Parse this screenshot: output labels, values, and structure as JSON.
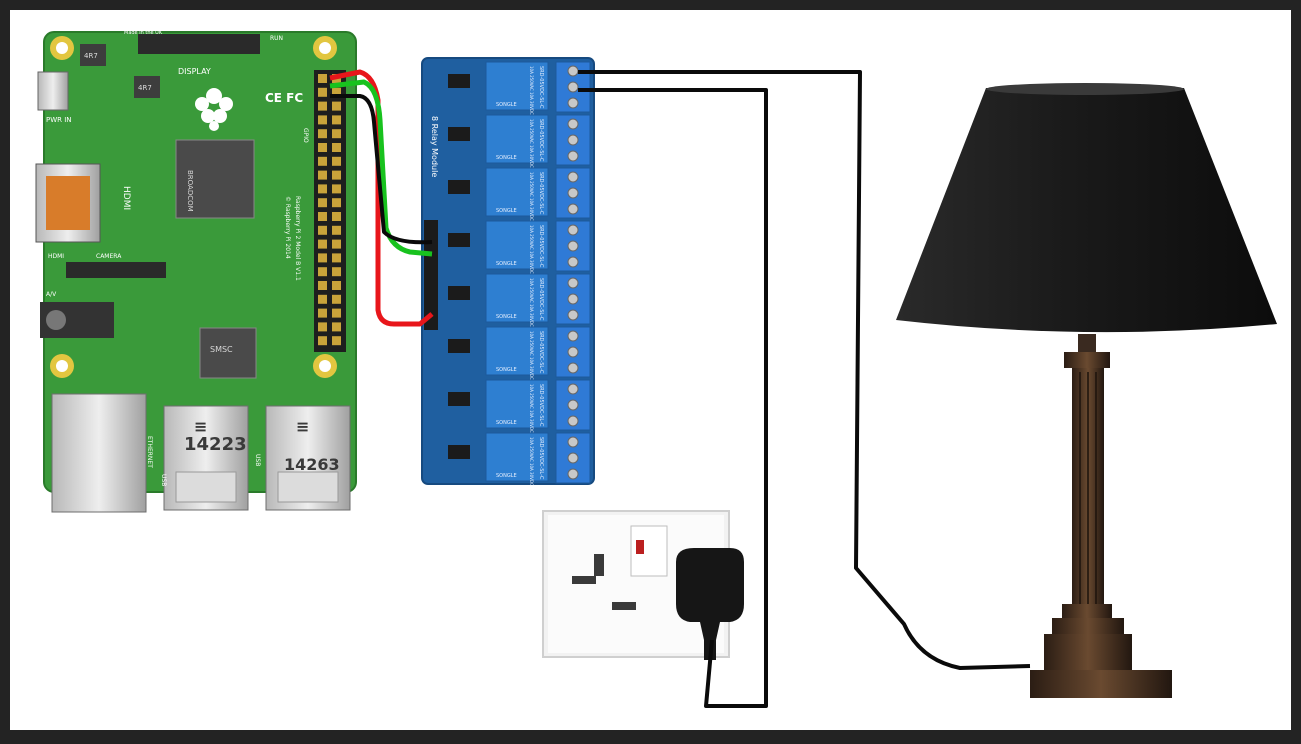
{
  "pi": {
    "made_in_uk": "Made in the UK",
    "display": "DISPLAY",
    "run": "RUN",
    "gpio": "GPIO",
    "pwr_in": "PWR IN",
    "hdmi_vertical": "HDMI",
    "hdmi_small": "HDMI",
    "camera": "CAMERA",
    "av": "A/V",
    "ethernet": "ETHERNET",
    "usb_left": "USB",
    "usb_right": "USB",
    "broadcom": "BROADCOM",
    "smsc": "SMSC",
    "model_line": "Raspberry Pi 2 Model B V1.1",
    "copyright_line": "© Raspberry Pi 2014",
    "usb_code_left": "14223",
    "usb_code_right": "14263",
    "inductor_label": "4R7"
  },
  "relay_module": {
    "label": "8 Relay Module",
    "relay_text": "SRD-05VDC-SL-C",
    "rating_text": "10A 250VAC 10A 30VDC",
    "brand": "SONGLE",
    "relay_count": 8
  },
  "colors": {
    "pcb_green": "#3a9a3a",
    "relay_board_blue": "#1f5fa0",
    "relay_blue": "#2e7fd1",
    "wire_red": "#e8161b",
    "wire_green": "#18c21e",
    "wire_black": "#0a0a0a",
    "background": "#ffffff",
    "frame": "#232323"
  }
}
